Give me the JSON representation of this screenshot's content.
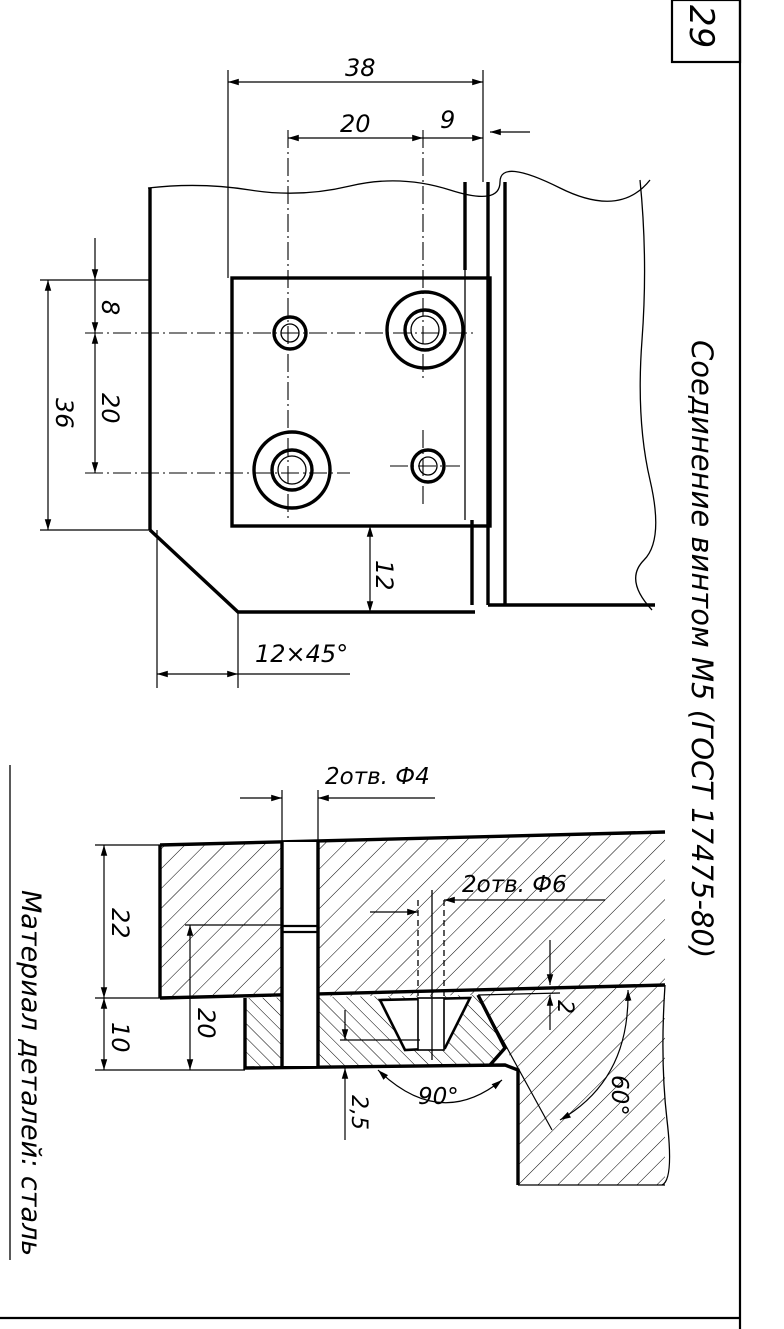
{
  "sheet": {
    "page_number": "29",
    "title": "Соединение винтом М5 (ГОСТ 17475-80)",
    "material_note": "Материал деталей: сталь"
  },
  "top_view": {
    "dims": {
      "d38": "38",
      "d20h": "20",
      "d9": "9",
      "d8": "8",
      "d20v": "20",
      "d36": "36",
      "d12": "12",
      "chamfer": "12×45°"
    }
  },
  "section_view": {
    "dims": {
      "holes_small": "2отв. Ф4",
      "holes_large": "2отв. Ф6",
      "d22": "22",
      "d10": "10",
      "d20": "20",
      "d2": "2",
      "d25": "2,5",
      "angle90": "90°",
      "angle60": "60°"
    }
  }
}
